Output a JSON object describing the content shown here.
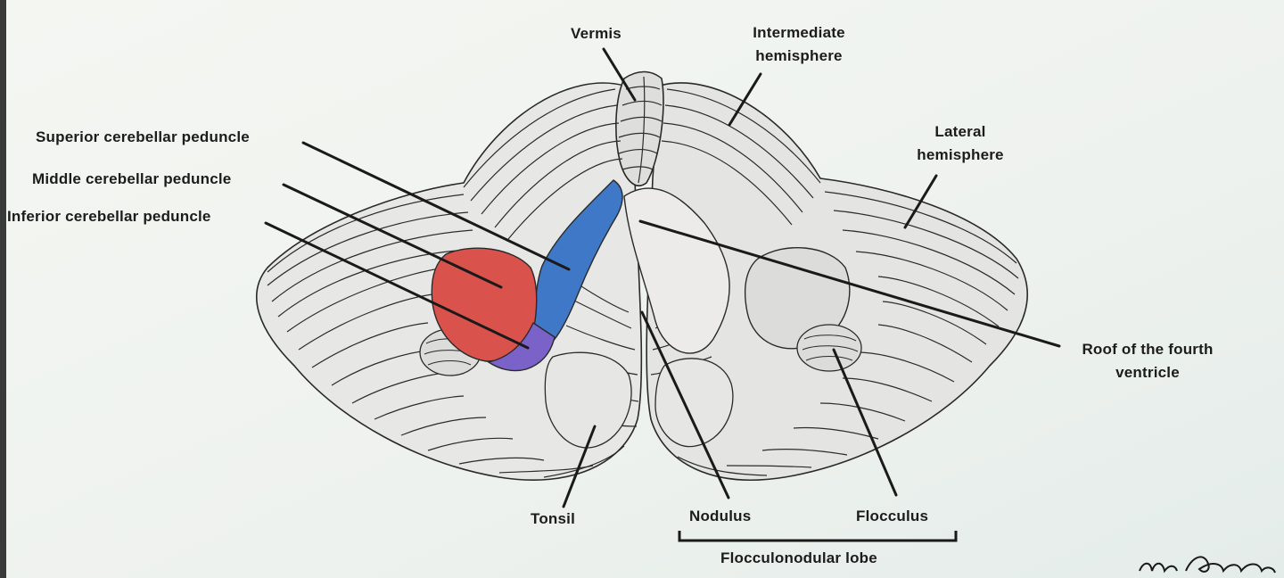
{
  "labels": {
    "vermis": "Vermis",
    "intermediate_hemisphere": [
      "Intermediate",
      "hemisphere"
    ],
    "lateral_hemisphere": [
      "Lateral",
      "hemisphere"
    ],
    "superior_cerebellar_peduncle": "Superior cerebellar peduncle",
    "middle_cerebellar_peduncle": "Middle cerebellar peduncle",
    "inferior_cerebellar_peduncle": "Inferior cerebellar peduncle",
    "roof_fourth_ventricle": [
      "Roof of the fourth",
      "ventricle"
    ],
    "tonsil": "Tonsil",
    "nodulus": "Nodulus",
    "flocculus": "Flocculus",
    "flocculonodular_lobe": "Flocculonodular lobe"
  },
  "colors": {
    "superior_peduncle": "#3e78c6",
    "middle_peduncle": "#d9534c",
    "inferior_peduncle": "#7a62c8",
    "tissue": "#e9e9e7",
    "outline": "#2a2a2a"
  }
}
